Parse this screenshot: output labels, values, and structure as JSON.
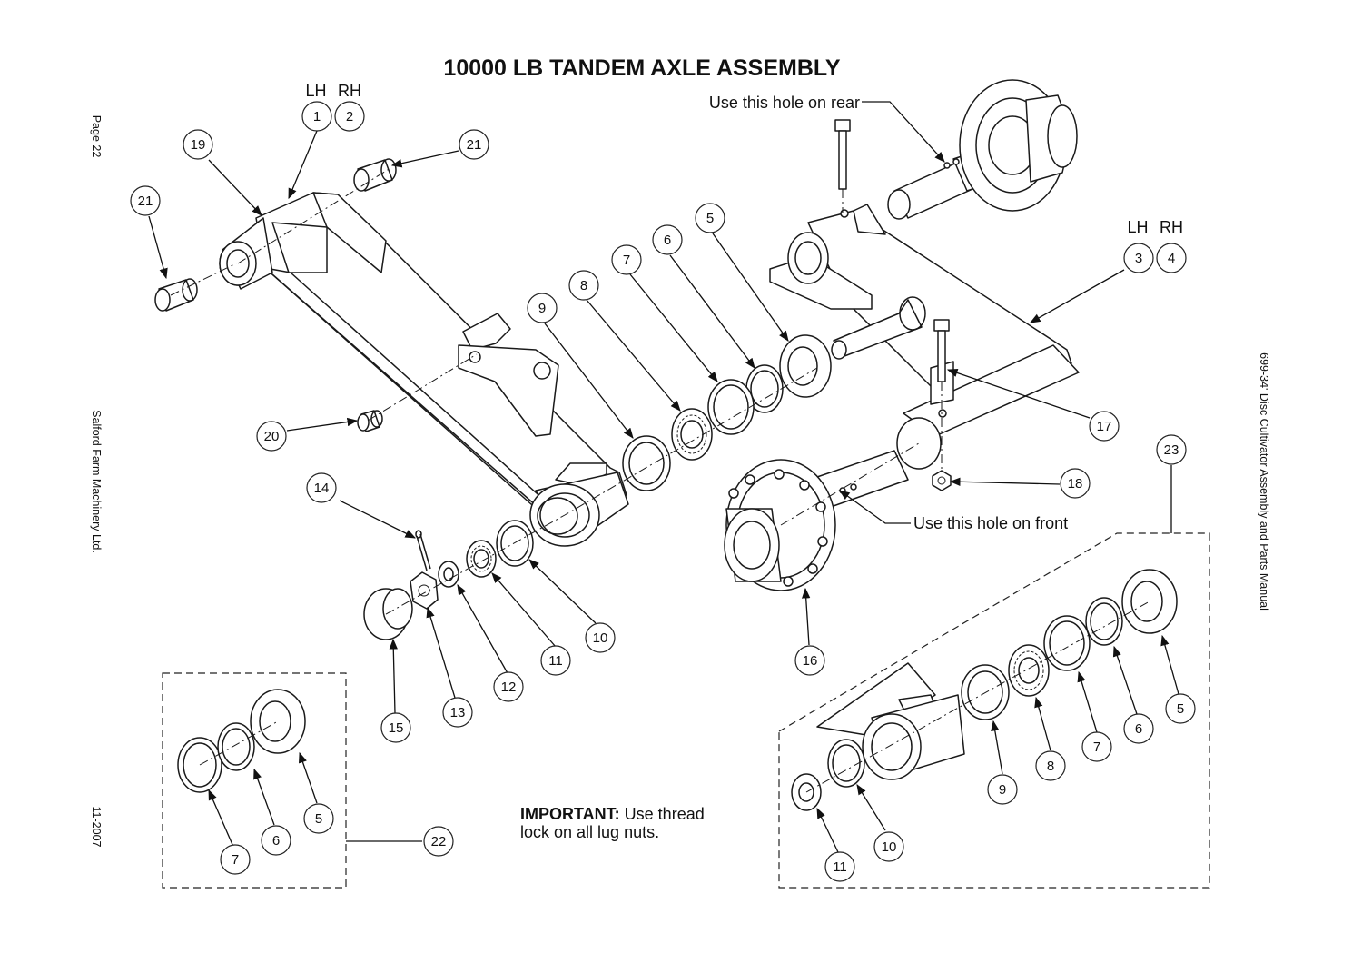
{
  "title": "10000 LB TANDEM AXLE ASSEMBLY",
  "side_texts": {
    "page": "Page 22",
    "company": "Salford Farm Machinery Ltd.",
    "date": "11-2007",
    "manual": "699-34' Disc Cultivator Assembly and Parts Manual"
  },
  "labels": {
    "lh_left": "LH",
    "rh_left": "RH",
    "lh_right": "LH",
    "rh_right": "RH",
    "rear_hole": "Use this hole on rear",
    "front_hole": "Use this hole on front"
  },
  "note": {
    "bold": "IMPORTANT:",
    "line1": "Use thread",
    "line2": "lock on all lug nuts."
  },
  "balloons": [
    {
      "n": "1"
    },
    {
      "n": "2"
    },
    {
      "n": "19"
    },
    {
      "n": "21"
    },
    {
      "n": "21"
    },
    {
      "n": "5"
    },
    {
      "n": "6"
    },
    {
      "n": "7"
    },
    {
      "n": "8"
    },
    {
      "n": "9"
    },
    {
      "n": "3"
    },
    {
      "n": "4"
    },
    {
      "n": "17"
    },
    {
      "n": "18"
    },
    {
      "n": "20"
    },
    {
      "n": "14"
    },
    {
      "n": "10"
    },
    {
      "n": "11"
    },
    {
      "n": "12"
    },
    {
      "n": "13"
    },
    {
      "n": "15"
    },
    {
      "n": "16"
    },
    {
      "n": "23"
    },
    {
      "n": "5"
    },
    {
      "n": "6"
    },
    {
      "n": "7"
    },
    {
      "n": "8"
    },
    {
      "n": "9"
    },
    {
      "n": "10"
    },
    {
      "n": "11"
    },
    {
      "n": "22"
    },
    {
      "n": "5"
    },
    {
      "n": "6"
    },
    {
      "n": "7"
    }
  ]
}
